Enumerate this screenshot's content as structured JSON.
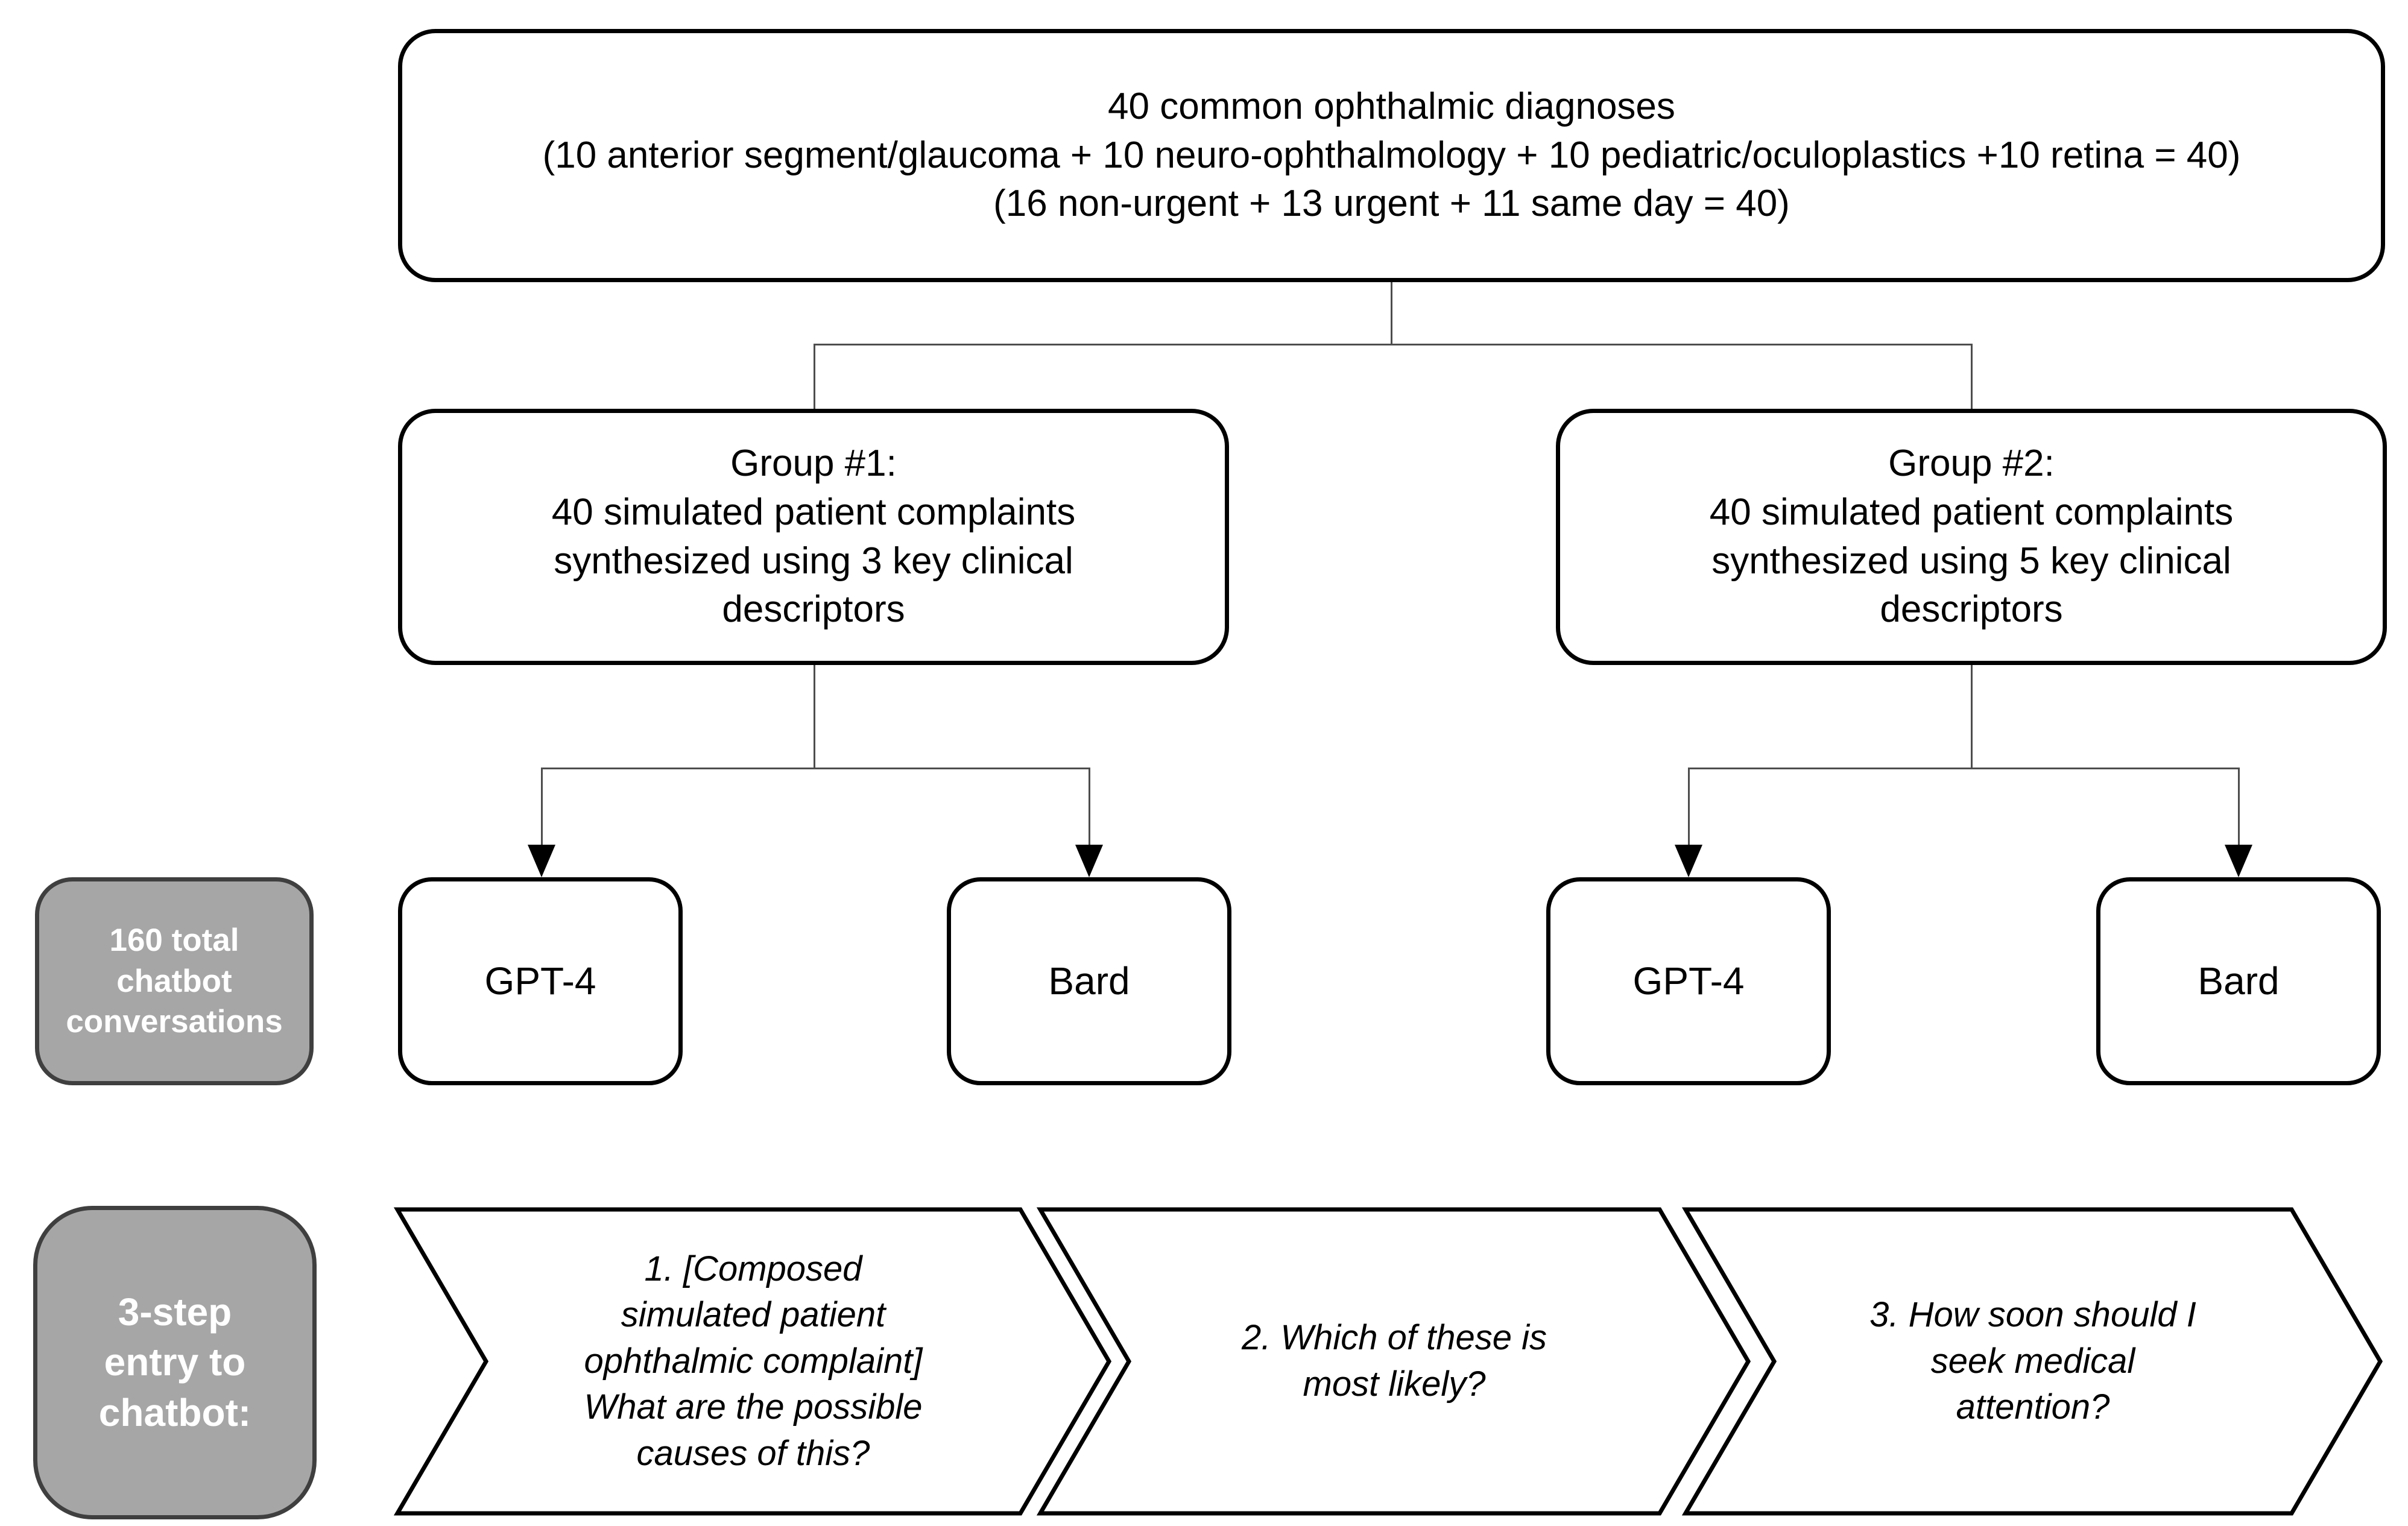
{
  "diagram": {
    "root_box": {
      "text": "40 common ophthalmic diagnoses\n(10 anterior segment/glaucoma + 10 neuro-ophthalmology + 10 pediatric/oculoplastics +10 retina = 40)\n(16 non-urgent + 13 urgent + 11 same day = 40)"
    },
    "groups": [
      {
        "text": "Group #1:\n40 simulated patient complaints\nsynthesized using 3 key clinical\ndescriptors"
      },
      {
        "text": "Group #2:\n40 simulated patient complaints\nsynthesized using 5 key clinical\ndescriptors"
      }
    ],
    "chatbots": [
      {
        "label": "GPT-4"
      },
      {
        "label": "Bard"
      },
      {
        "label": "GPT-4"
      },
      {
        "label": "Bard"
      }
    ],
    "side_labels": [
      {
        "text": "160 total\nchatbot\nconversations"
      },
      {
        "text": "3-step\nentry to\nchatbot:"
      }
    ],
    "steps": [
      {
        "text": "1. [Composed\nsimulated patient\nophthalmic complaint]\nWhat are the possible\ncauses of this?"
      },
      {
        "text": "2. Which of these is\nmost likely?"
      },
      {
        "text": "3. How soon should I\nseek medical\nattention?"
      }
    ],
    "colors": {
      "background": "#ffffff",
      "box_fill": "#ffffff",
      "box_border": "#000000",
      "text": "#000000",
      "connector": "#4d4d4d",
      "arrow": "#000000",
      "gray_fill": "#a6a6a6",
      "gray_border": "#3f3f3f",
      "gray_text": "#ffffff"
    }
  }
}
